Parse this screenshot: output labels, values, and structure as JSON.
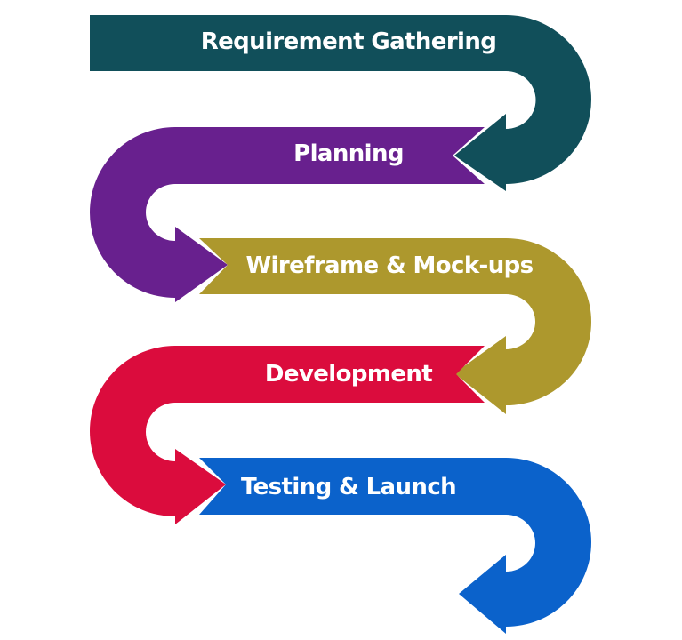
{
  "steps": [
    {
      "label": "Requirement Gathering",
      "color": "#114f5a"
    },
    {
      "label": "Planning",
      "color": "#68208e"
    },
    {
      "label": "Wireframe & Mock-ups",
      "color": "#ad982d"
    },
    {
      "label": "Development",
      "color": "#db0c3d"
    },
    {
      "label": "Testing & Launch",
      "color": "#0b62cb"
    }
  ]
}
